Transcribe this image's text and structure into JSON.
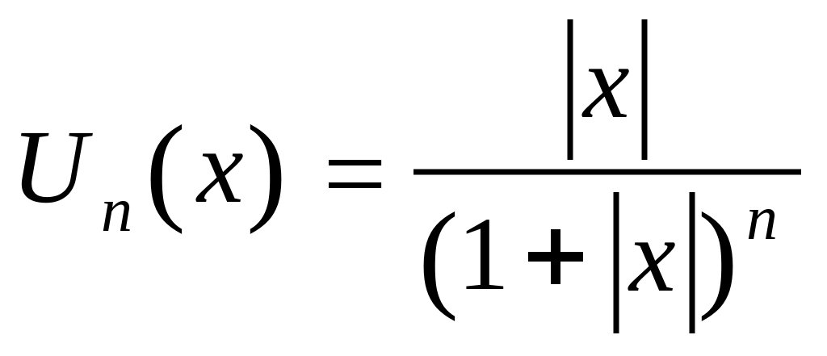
{
  "formula": {
    "lhs": {
      "function": "U",
      "subscript": "n",
      "open_paren": "(",
      "argument": "x",
      "close_paren": ")"
    },
    "equals": "=",
    "numerator": {
      "variable": "x"
    },
    "denominator": {
      "open_paren": "(",
      "one": "1",
      "plus": "+",
      "variable": "x",
      "close_paren": ")",
      "exponent": "n"
    }
  }
}
